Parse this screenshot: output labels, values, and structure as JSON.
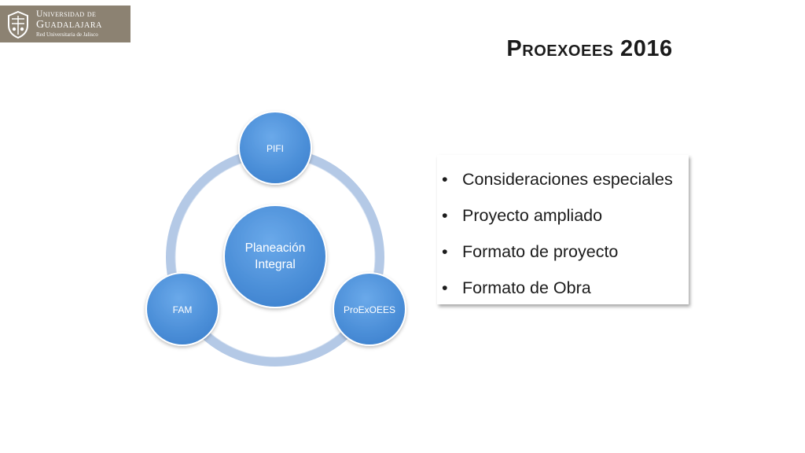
{
  "logo": {
    "line1": "Universidad de",
    "line2": "Guadalajara",
    "line3": "Red Universitaria de Jalisco"
  },
  "title": "Proexoees 2016",
  "diagram": {
    "center": {
      "line1": "Planeación",
      "line2": "Integral"
    },
    "nodes": [
      {
        "label": "PIFI"
      },
      {
        "label": "ProExOEES"
      },
      {
        "label": "FAM"
      }
    ]
  },
  "bullets": [
    "Consideraciones especiales",
    "Proyecto ampliado",
    "Formato de proyecto",
    "Formato de Obra"
  ],
  "colors": {
    "node_fill": "#4a8fd6",
    "node_stroke": "#ffffff",
    "ring": "#b4c9e6",
    "logo_bg": "#8c8272"
  }
}
